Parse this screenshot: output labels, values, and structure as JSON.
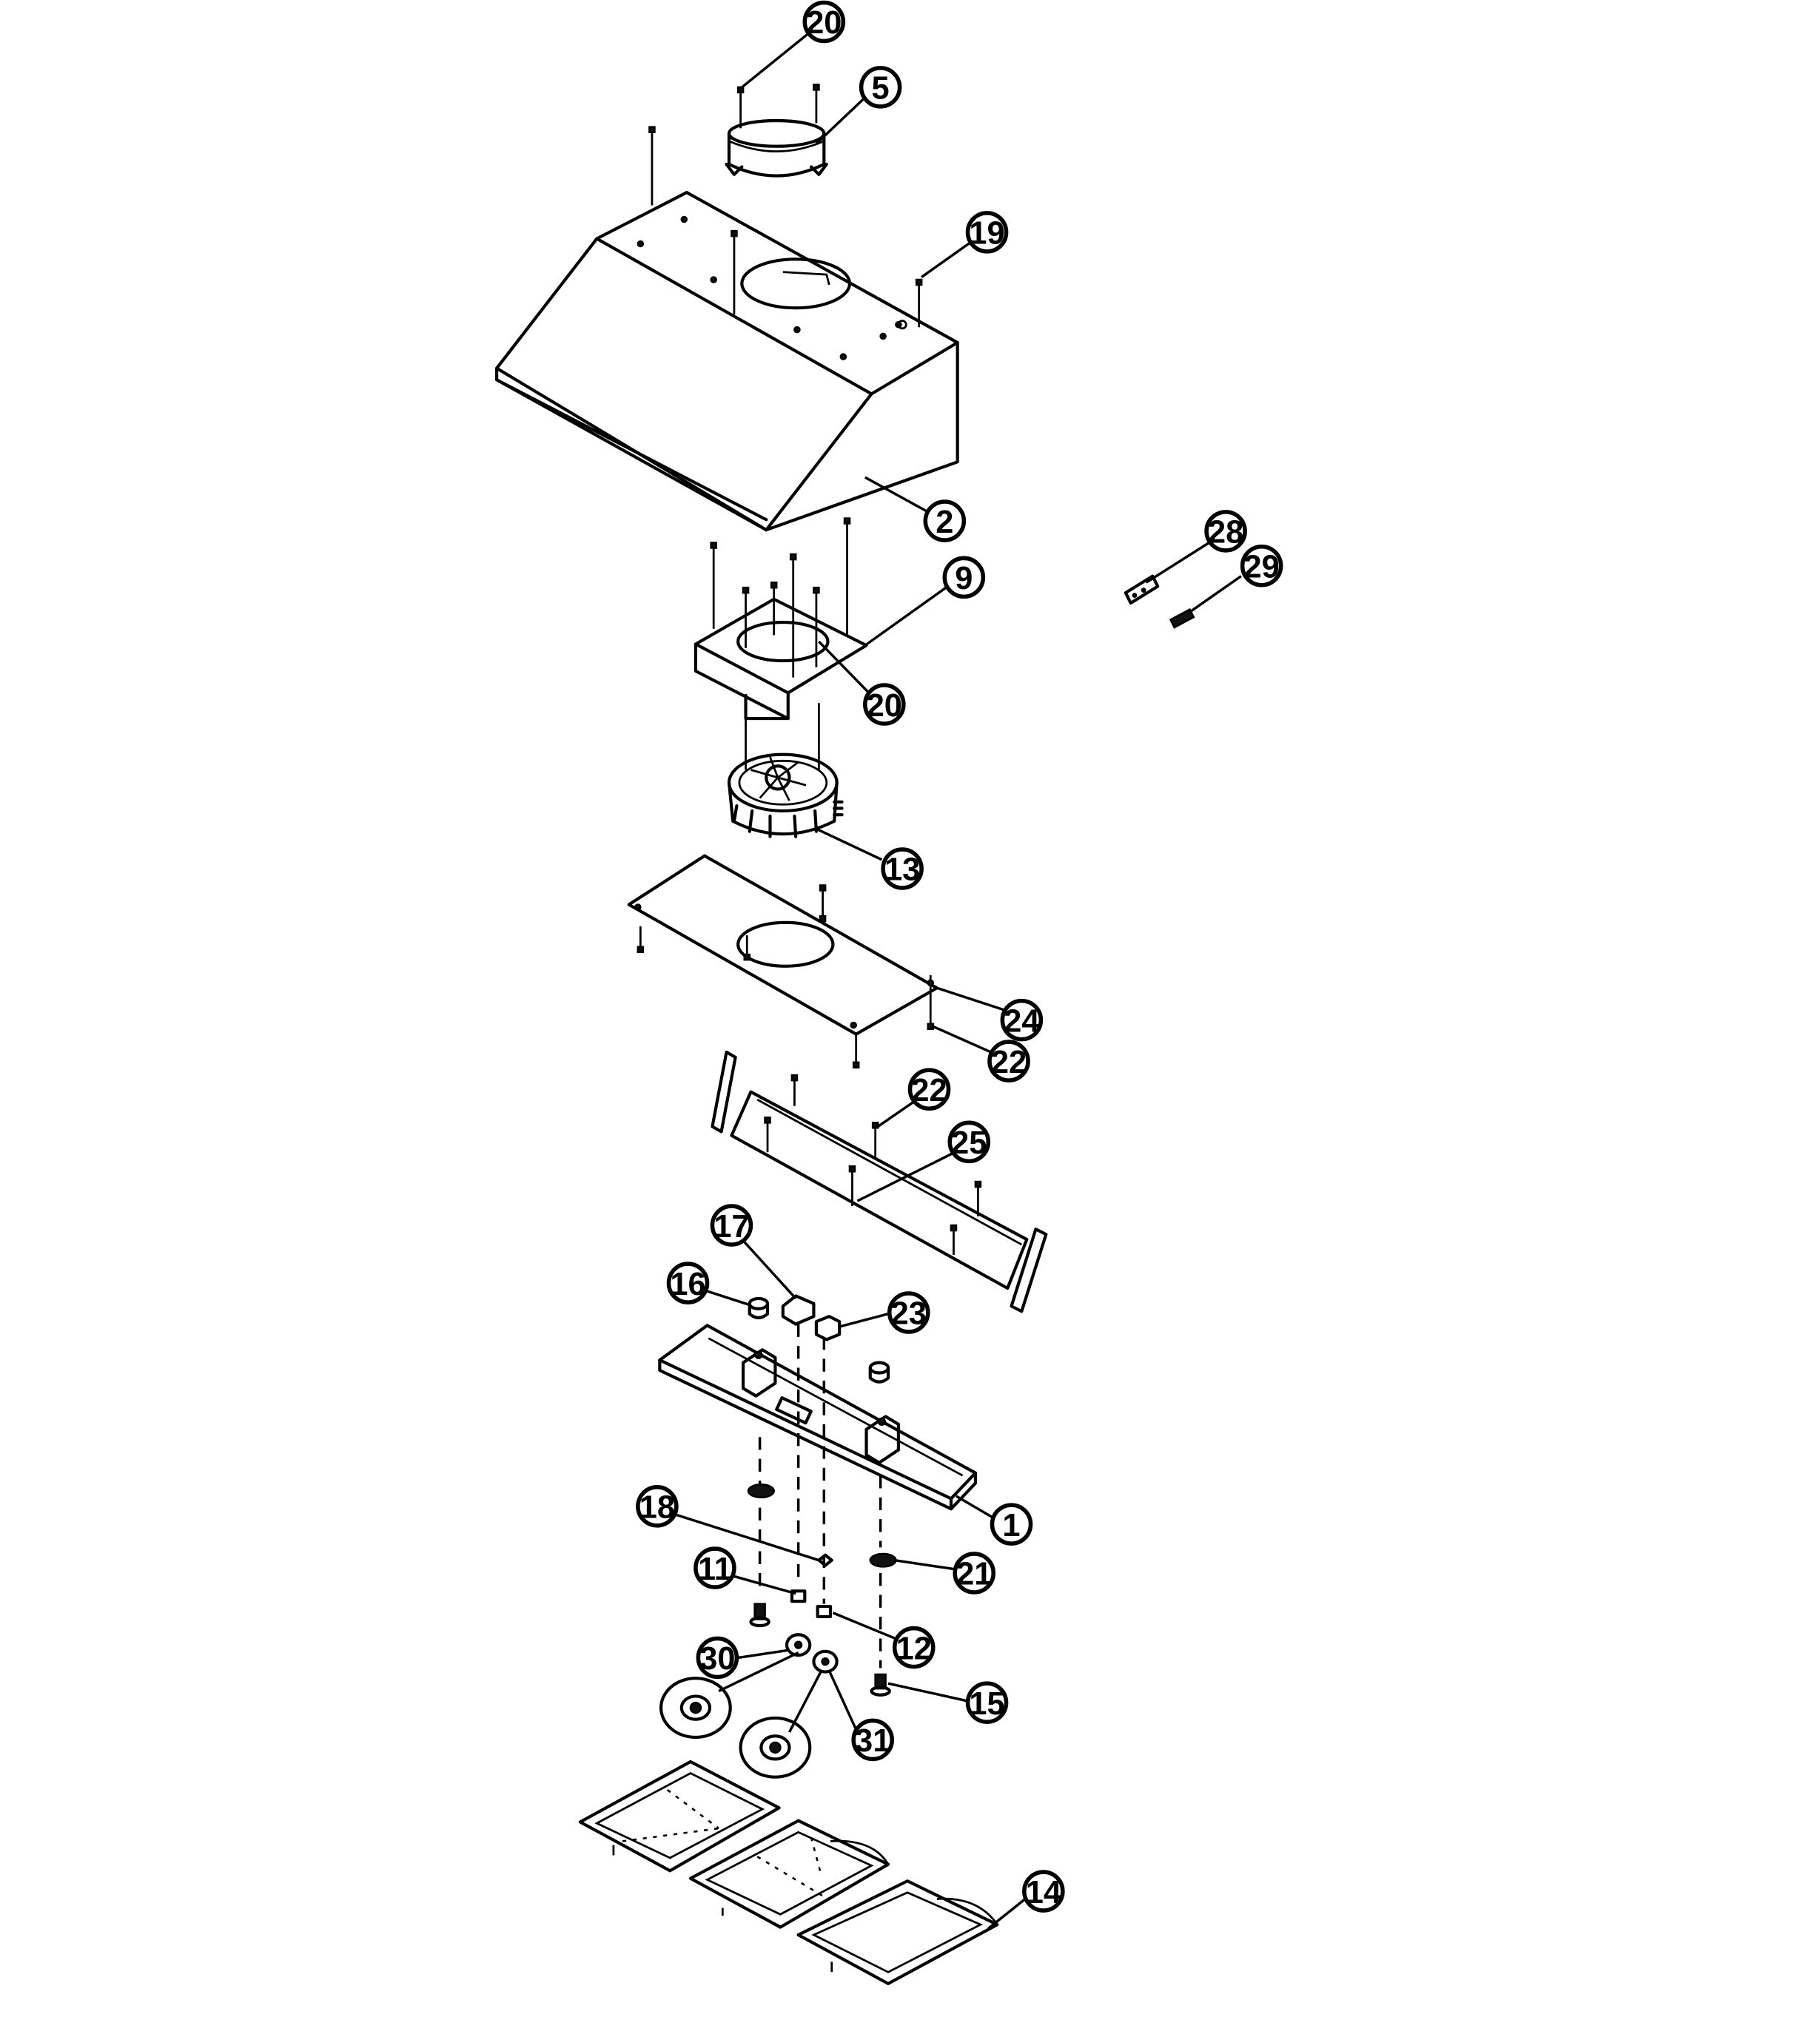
{
  "diagram": {
    "callouts": [
      {
        "id": "c20a",
        "label": "20"
      },
      {
        "id": "c5",
        "label": "5"
      },
      {
        "id": "c19",
        "label": "19"
      },
      {
        "id": "c2",
        "label": "2"
      },
      {
        "id": "c28",
        "label": "28"
      },
      {
        "id": "c29",
        "label": "29"
      },
      {
        "id": "c9",
        "label": "9"
      },
      {
        "id": "c20b",
        "label": "20"
      },
      {
        "id": "c13",
        "label": "13"
      },
      {
        "id": "c24",
        "label": "24"
      },
      {
        "id": "c22a",
        "label": "22"
      },
      {
        "id": "c22b",
        "label": "22"
      },
      {
        "id": "c25",
        "label": "25"
      },
      {
        "id": "c17",
        "label": "17"
      },
      {
        "id": "c16",
        "label": "16"
      },
      {
        "id": "c23",
        "label": "23"
      },
      {
        "id": "c1",
        "label": "1"
      },
      {
        "id": "c18",
        "label": "18"
      },
      {
        "id": "c21",
        "label": "21"
      },
      {
        "id": "c11",
        "label": "11"
      },
      {
        "id": "c12",
        "label": "12"
      },
      {
        "id": "c30",
        "label": "30"
      },
      {
        "id": "c15",
        "label": "15"
      },
      {
        "id": "c31",
        "label": "31"
      },
      {
        "id": "c14",
        "label": "14"
      }
    ]
  }
}
